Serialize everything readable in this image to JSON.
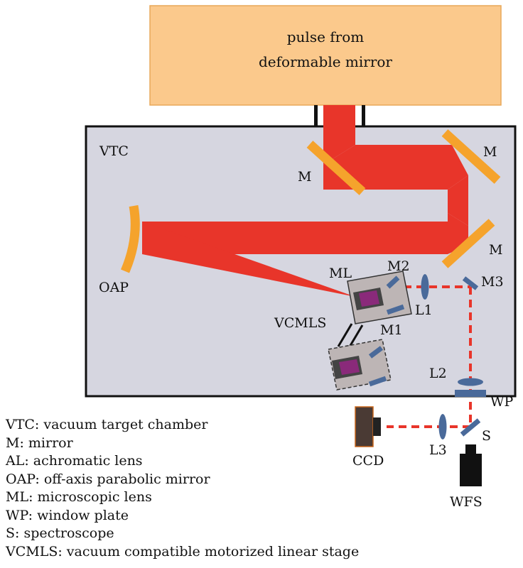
{
  "source_box": {
    "line1": "pulse from",
    "line2": "deformable mirror"
  },
  "labels": {
    "vtc": "VTC",
    "m_left": "M",
    "m_top_right": "M",
    "m_right": "M",
    "oap": "OAP",
    "ml": "ML",
    "m1": "M1",
    "m2": "M2",
    "m3": "M3",
    "l1": "L1",
    "l2": "L2",
    "l3": "L3",
    "vcmls": "VCMLS",
    "wp": "WP",
    "s": "S",
    "ccd": "CCD",
    "wfs": "WFS"
  },
  "legend": [
    "VTC: vacuum target chamber",
    "M: mirror",
    "AL: achromatic lens",
    "OAP: off-axis parabolic mirror",
    "ML: microscopic lens",
    "WP: window plate",
    "S: spectroscope",
    "VCMLS: vacuum compatible motorized linear stage"
  ],
  "colors": {
    "source_fill": "#fbc98c",
    "source_stroke": "#e8a85a",
    "chamber_fill": "#d6d6e0",
    "beam": "#e8352a",
    "mirror": "#f5a32c",
    "optic": "#4a6a9a",
    "stage": "#bdb5b5",
    "objective": "#8a2a7a"
  }
}
